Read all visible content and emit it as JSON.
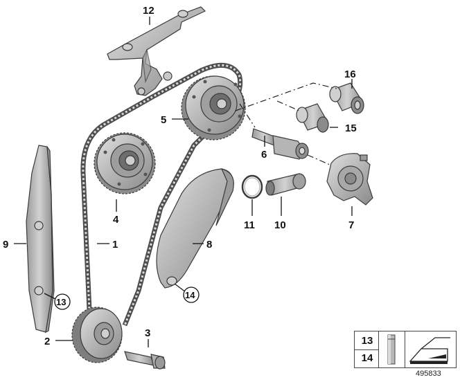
{
  "diagram": {
    "callouts": {
      "c1": "1",
      "c2": "2",
      "c3": "3",
      "c4": "4",
      "c5": "5",
      "c6": "6",
      "c7": "7",
      "c8": "8",
      "c9": "9",
      "c10": "10",
      "c11": "11",
      "c12": "12",
      "c13": "13",
      "c14": "14",
      "c15": "15",
      "c16": "16"
    },
    "legend": {
      "item_a": "13",
      "item_b": "14"
    },
    "diagram_id": "495833"
  },
  "colors": {
    "part_fill": "#b7b7b7",
    "part_dark": "#8e8e8e",
    "part_light": "#d6d6d6",
    "line": "#111111"
  }
}
